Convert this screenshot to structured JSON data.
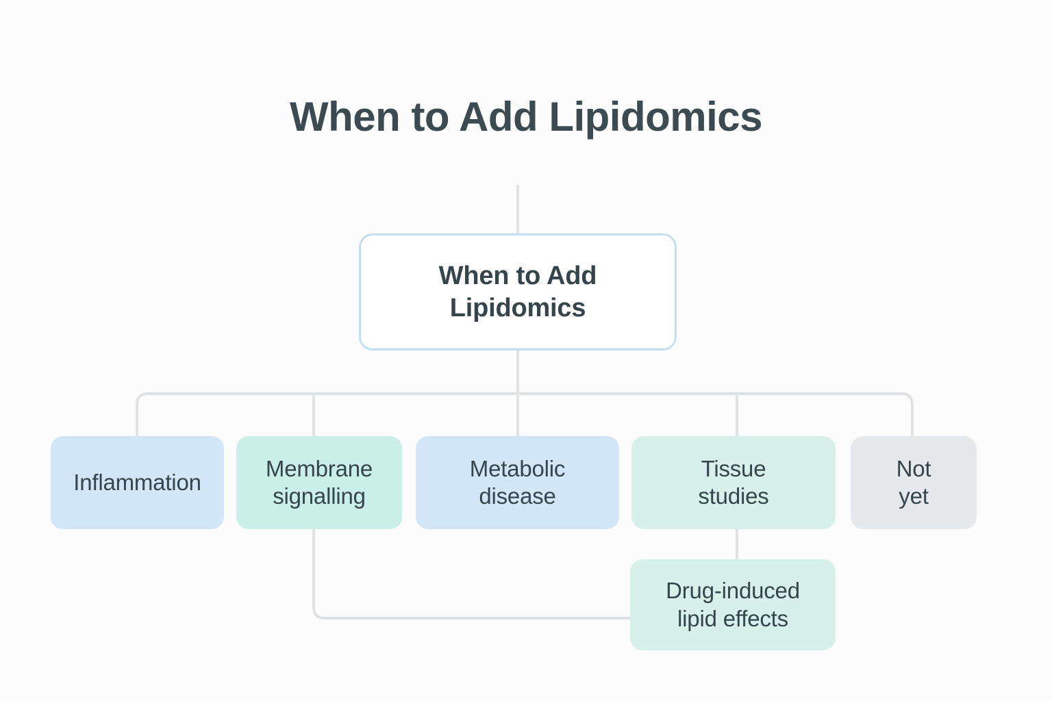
{
  "page": {
    "title": "When to Add Lipidomics",
    "background_color": "#fcfcfd",
    "text_color": "#36454c"
  },
  "diagram": {
    "type": "flowchart",
    "orientation": "top-down",
    "connector_color": "#dfe3e6",
    "root": {
      "label": "When to Add\nLipidomics",
      "fill": "#ffffff",
      "border_color": "#c3dff3"
    },
    "children": [
      {
        "label": "Inflammation",
        "fill": "#d3e6f7",
        "category": "blue"
      },
      {
        "label": "Membrane\nsignalling",
        "fill": "#c9efe6",
        "category": "mint"
      },
      {
        "label": "Metabolic\ndisease",
        "fill": "#d3e6f7",
        "category": "blue"
      },
      {
        "label": "Tissue\nstudies",
        "fill": "#d7f0ea",
        "category": "mint"
      },
      {
        "label": "Not\nyet",
        "fill": "#e5e9ec",
        "category": "gray"
      }
    ],
    "grandchildren": [
      {
        "label": "Drug-induced\nlipid effects",
        "fill": "#d7f0ea",
        "parent": "Tissue\nstudies",
        "category": "mint"
      }
    ],
    "edges": [
      {
        "from": "trunk-top",
        "to": "When to Add\nLipidomics"
      },
      {
        "from": "When to Add\nLipidomics",
        "to": "Inflammation"
      },
      {
        "from": "When to Add\nLipidomics",
        "to": "Membrane\nsignalling"
      },
      {
        "from": "When to Add\nLipidomics",
        "to": "Metabolic\ndisease"
      },
      {
        "from": "When to Add\nLipidomics",
        "to": "Tissue\nstudies"
      },
      {
        "from": "When to Add\nLipidomics",
        "to": "Not\nyet"
      },
      {
        "from": "Tissue\nstudies",
        "to": "Drug-induced\nlipid effects"
      },
      {
        "from": "Membrane\nsignalling",
        "to": "Drug-induced\nlipid effects"
      }
    ]
  }
}
